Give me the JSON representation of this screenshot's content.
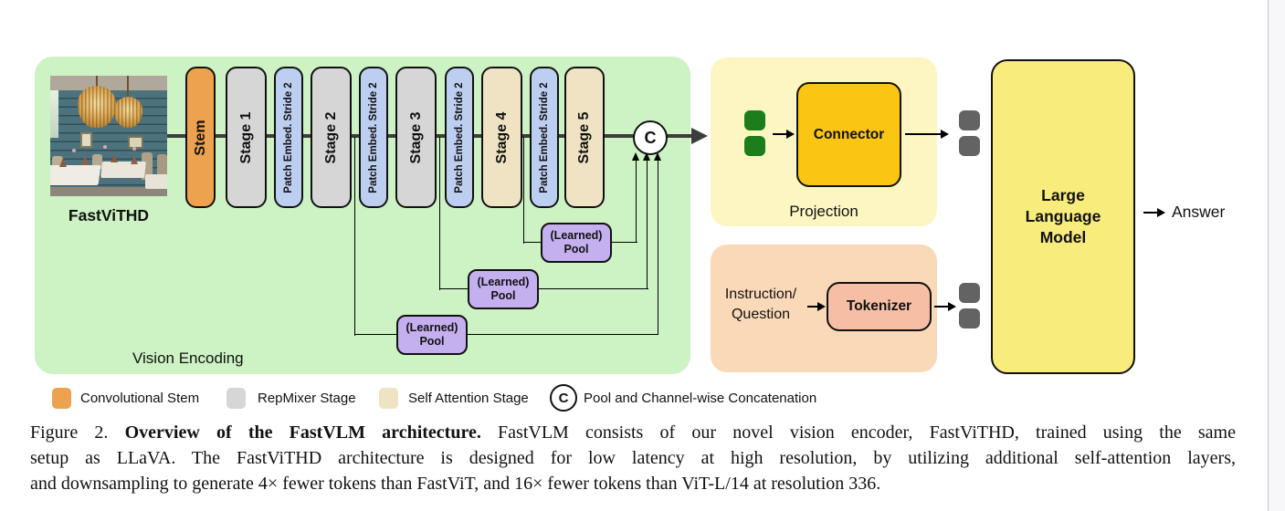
{
  "vision_encoding": {
    "label": "Vision Encoding",
    "input_image_label": "FastViTHD",
    "blocks": [
      {
        "label": "Stem",
        "type": "conv-stem"
      },
      {
        "label": "Stage 1",
        "type": "repmixer"
      },
      {
        "label": "Patch Embed. Stride 2",
        "type": "patch-embed"
      },
      {
        "label": "Stage 2",
        "type": "repmixer"
      },
      {
        "label": "Patch Embed. Stride 2",
        "type": "patch-embed"
      },
      {
        "label": "Stage 3",
        "type": "repmixer"
      },
      {
        "label": "Patch Embed. Stride 2",
        "type": "patch-embed"
      },
      {
        "label": "Stage 4",
        "type": "self-attention"
      },
      {
        "label": "Patch Embed. Stride 2",
        "type": "patch-embed"
      },
      {
        "label": "Stage 5",
        "type": "self-attention"
      }
    ],
    "pool": {
      "line1": "(Learned)",
      "line2": "Pool"
    },
    "concat_symbol": "C"
  },
  "projection": {
    "label": "Projection",
    "connector_label": "Connector"
  },
  "instruction": {
    "line1": "Instruction/",
    "line2": "Question",
    "tokenizer_label": "Tokenizer"
  },
  "llm": {
    "line1": "Large",
    "line2": "Language",
    "line3": "Model"
  },
  "answer_label": "Answer",
  "legend": [
    {
      "label": "Convolutional Stem"
    },
    {
      "label": "RepMixer Stage"
    },
    {
      "label": "Self Attention Stage"
    },
    {
      "symbol": "C",
      "label": "Pool and Channel-wise Concatenation"
    }
  ],
  "caption": {
    "line1_prefix": "Figure 2. ",
    "line1_bold": "Overview of the FastVLM architecture.",
    "line1_rest": " FastVLM consists of our novel vision encoder, FastViTHD, trained using the same",
    "line2": "setup as LLaVA. The FastViTHD architecture is designed for low latency at high resolution, by utilizing additional self-attention layers,",
    "line3": "and downsampling to generate 4× fewer tokens than FastViT, and 16× fewer tokens than ViT-L/14 at resolution 336."
  },
  "colors": {
    "panel_green": "#CDF2C3",
    "panel_yellow": "#FDF6C3",
    "panel_peach": "#FAD9B8",
    "conv_stem": "#ECA24F",
    "repmixer": "#D6D6D6",
    "patch_embed": "#BDCFF1",
    "self_attention": "#EFE3C4",
    "learned_pool": "#C4AFEF",
    "connector": "#FBC513",
    "tokenizer": "#F6BFA5",
    "llm": "#F8EC7D",
    "vision_token": "#1B7E1B",
    "text_token": "#636363",
    "flow_line": "#3C3C3C"
  }
}
